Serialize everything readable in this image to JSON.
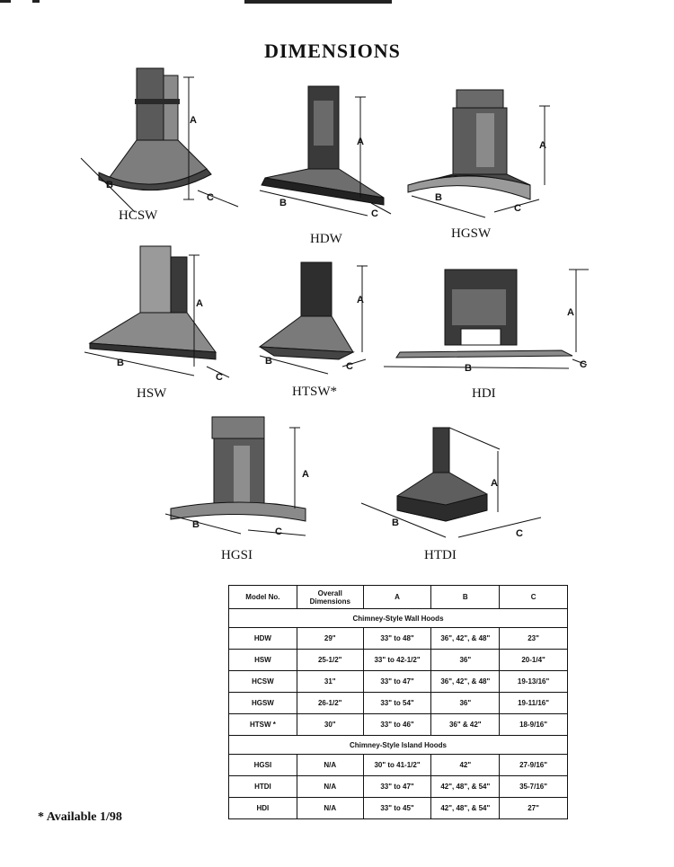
{
  "page_title": "DIMENSIONS",
  "dimension_letters": {
    "a": "A",
    "b": "B",
    "c": "C"
  },
  "hoods": [
    {
      "model": "HCSW"
    },
    {
      "model": "HDW"
    },
    {
      "model": "HGSW"
    },
    {
      "model": "HSW"
    },
    {
      "model": "HTSW*"
    },
    {
      "model": "HDI"
    },
    {
      "model": "HGSI"
    },
    {
      "model": "HTDI"
    }
  ],
  "table": {
    "headers": [
      "Model No.",
      "Overall Dimensions",
      "A",
      "B",
      "C"
    ],
    "sections": [
      {
        "title": "Chimney-Style Wall Hoods",
        "rows": [
          [
            "HDW",
            "29\"",
            "33\" to 48\"",
            "36\", 42\", & 48\"",
            "23\""
          ],
          [
            "HSW",
            "25-1/2\"",
            "33\" to 42-1/2\"",
            "36\"",
            "20-1/4\""
          ],
          [
            "HCSW",
            "31\"",
            "33\" to 47\"",
            "36\", 42\", & 48\"",
            "19-13/16\""
          ],
          [
            "HGSW",
            "26-1/2\"",
            "33\" to 54\"",
            "36\"",
            "19-11/16\""
          ],
          [
            "HTSW *",
            "30\"",
            "33\" to 46\"",
            "36\" & 42\"",
            "18-9/16\""
          ]
        ]
      },
      {
        "title": "Chimney-Style Island Hoods",
        "rows": [
          [
            "HGSI",
            "N/A",
            "30\" to 41-1/2\"",
            "42\"",
            "27-9/16\""
          ],
          [
            "HTDI",
            "N/A",
            "33\" to 47\"",
            "42\", 48\", & 54\"",
            "35-7/16\""
          ],
          [
            "HDI",
            "N/A",
            "33\" to 45\"",
            "42\", 48\", & 54\"",
            "27\""
          ]
        ]
      }
    ]
  },
  "footnote": "* Available 1/98"
}
